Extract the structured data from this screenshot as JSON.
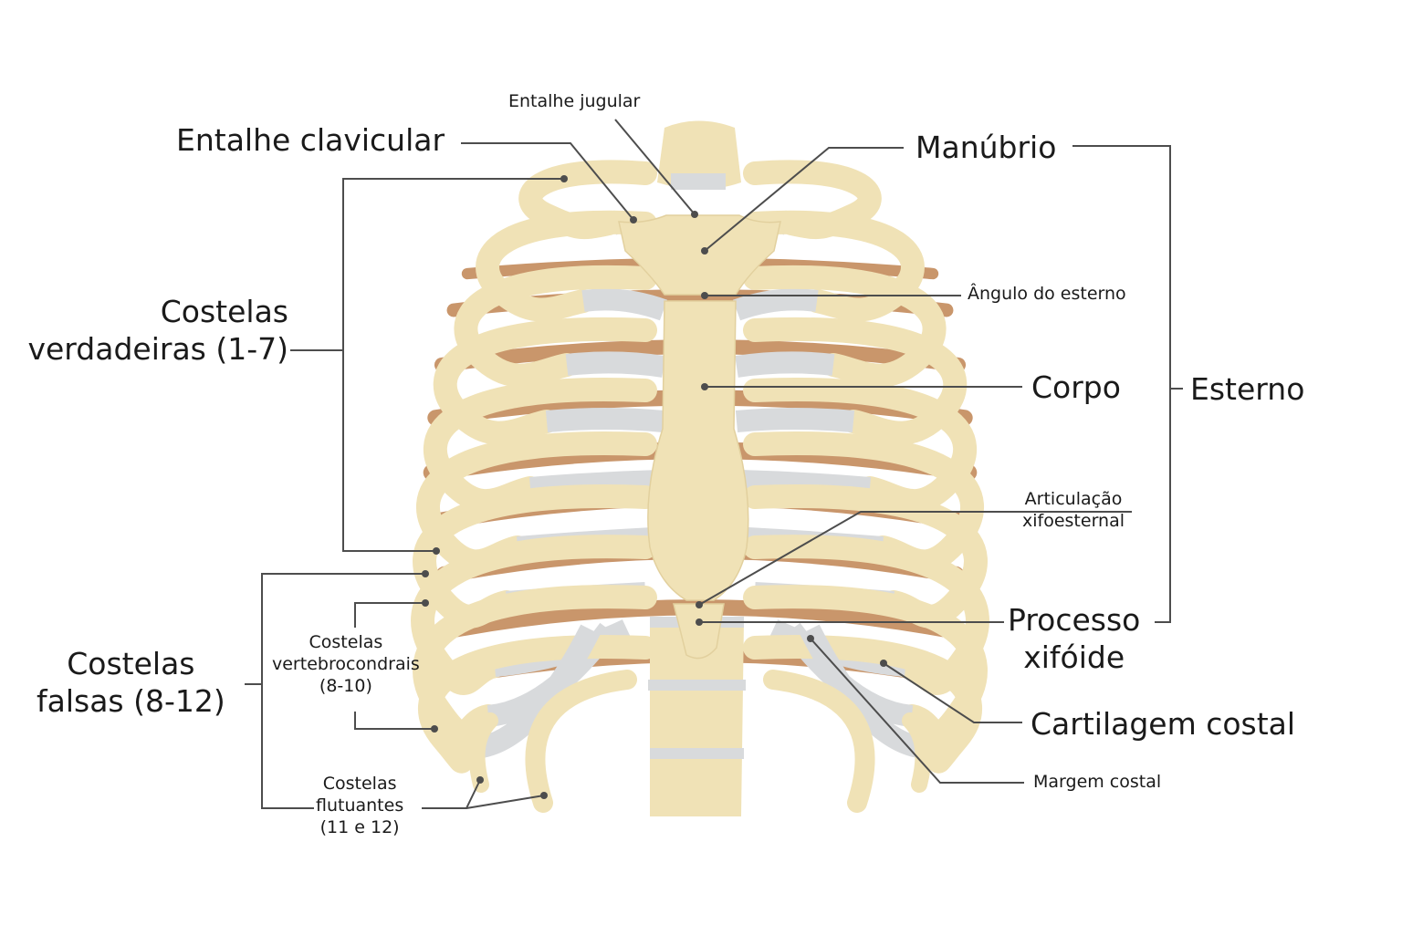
{
  "labels": {
    "entalhe_jugular": "Entalhe jugular",
    "entalhe_clavicular": "Entalhe clavicular",
    "manubrio": "Manúbrio",
    "angulo_esterno": "Ângulo do esterno",
    "corpo": "Corpo",
    "esterno": "Esterno",
    "costelas_verdadeiras": [
      "Costelas",
      "verdadeiras (1-7)"
    ],
    "articulacao": [
      "Articulação",
      "xifoesternal"
    ],
    "processo": [
      "Processo",
      "xifóide"
    ],
    "costelas_falsas": [
      "Costelas",
      "falsas (8-12)"
    ],
    "vertebrocondrais": [
      "Costelas",
      "vertebrocondrais",
      "(8-10)"
    ],
    "cartilagem": "Cartilagem costal",
    "margem": "Margem costal",
    "flutuantes": [
      "Costelas",
      "flutuantes",
      "(11 e 12)"
    ]
  },
  "colors": {
    "bone": "#f0e2b6",
    "bone_edge": "#d9c48e",
    "rib_back": "#c9966b",
    "cartilage": "#d8dadc",
    "leader": "#4d4d4d"
  }
}
